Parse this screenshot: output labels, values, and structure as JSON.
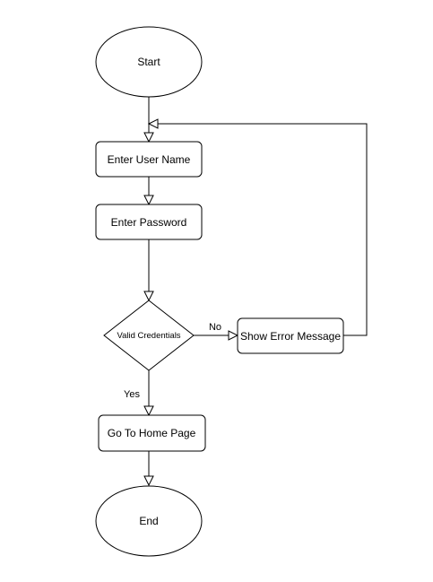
{
  "nodes": {
    "start": "Start",
    "enter_user_name": "Enter User Name",
    "enter_password": "Enter Password",
    "valid_credentials": "Valid Credentials",
    "show_error_message": "Show Error Message",
    "go_to_home_page": "Go To Home Page",
    "end": "End"
  },
  "edges": {
    "no_label": "No",
    "yes_label": "Yes"
  }
}
